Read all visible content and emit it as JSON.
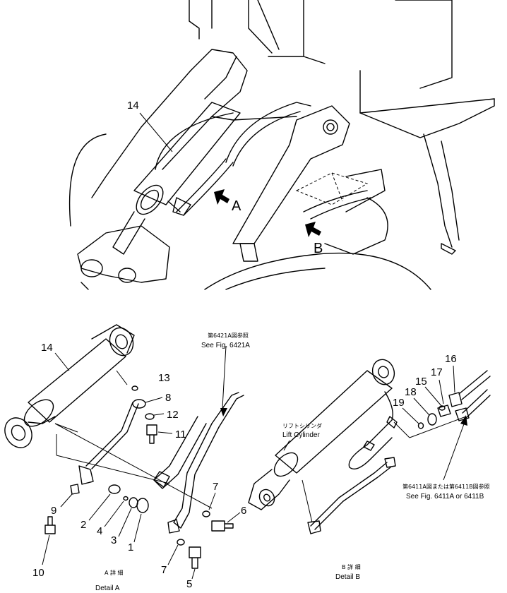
{
  "overview": {
    "callout_14": "14",
    "arrow_a": "A",
    "arrow_b": "B"
  },
  "detail_a": {
    "callouts": {
      "c1": "1",
      "c2": "2",
      "c3": "3",
      "c4": "4",
      "c5": "5",
      "c6": "6",
      "c7a": "7",
      "c7b": "7",
      "c8": "8",
      "c9": "9",
      "c10": "10",
      "c11": "11",
      "c12": "12",
      "c13": "13",
      "c14": "14"
    },
    "ref_jp": "第6421A図参照",
    "ref_en": "See Fig. 6421A",
    "caption_jp": "A 詳 細",
    "caption_en": "Detail A"
  },
  "detail_b": {
    "callouts": {
      "c15": "15",
      "c16": "16",
      "c17": "17",
      "c18": "18",
      "c19": "19"
    },
    "cyl_jp": "リフトシリンダ",
    "cyl_en": "Lift Cylinder",
    "ref_jp": "第6411A図または第6411B図参照",
    "ref_en": "See Fig. 6411A or 6411B",
    "caption_jp": "B 詳 細",
    "caption_en": "Detail B"
  }
}
